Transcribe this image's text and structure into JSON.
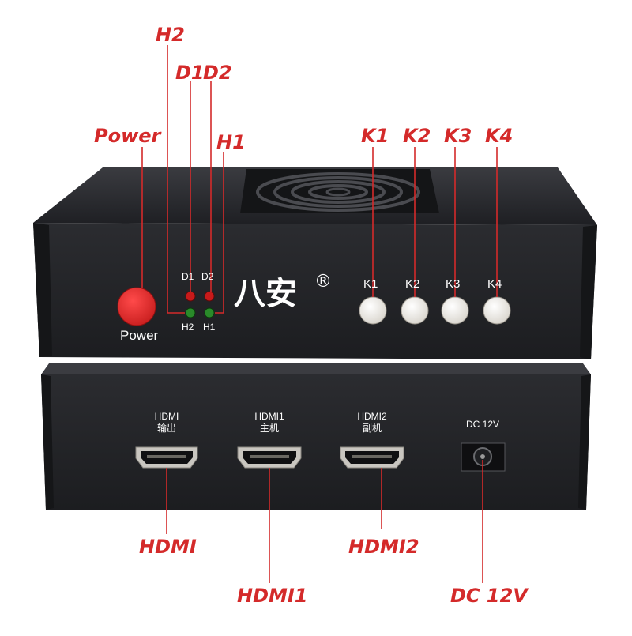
{
  "callouts": {
    "h2": "H2",
    "d1": "D1",
    "d2": "D2",
    "h1": "H1",
    "power": "Power",
    "k1": "K1",
    "k2": "K2",
    "k3": "K3",
    "k4": "K4",
    "hdmi": "HDMI",
    "hdmi1": "HDMI1",
    "hdmi2": "HDMI2",
    "dc": "DC 12V"
  },
  "top_panel": {
    "brand": "八安",
    "registered": "®",
    "power_label": "Power",
    "d1": "D1",
    "d2": "D2",
    "h2": "H2",
    "h1": "H1",
    "k1": "K1",
    "k2": "K2",
    "k3": "K3",
    "k4": "K4"
  },
  "bottom_panel": {
    "hdmi_out": "HDMI",
    "hdmi_out_sub": "输出",
    "hdmi1": "HDMI1",
    "hdmi1_sub": "主机",
    "hdmi2": "HDMI2",
    "hdmi2_sub": "副机",
    "dc": "DC 12V"
  },
  "colors": {
    "callout": "#d42a2a",
    "chassis": "#25262a",
    "power_button": "#e02a2a",
    "led_red": "#c81a1a",
    "led_green": "#2a8a2a"
  }
}
